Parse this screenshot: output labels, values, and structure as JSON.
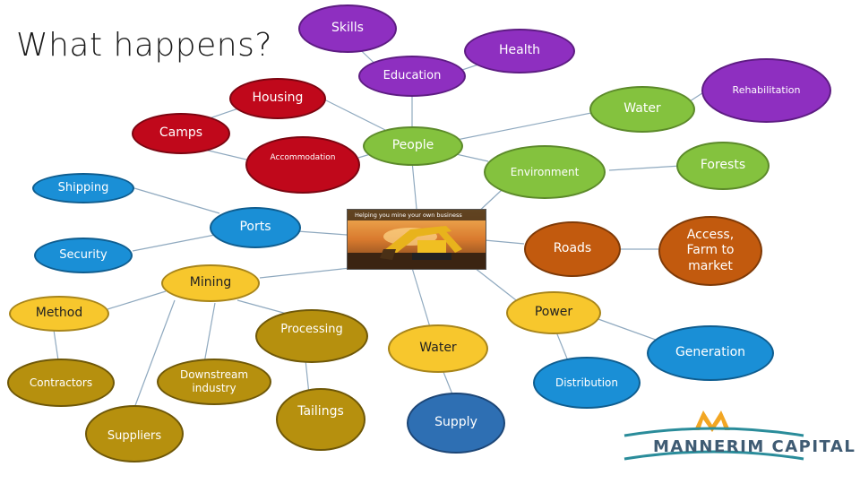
{
  "title": "What happens?",
  "nodes": {
    "skills": "Skills",
    "health": "Health",
    "education": "Education",
    "rehabilitation": "Rehabilitation",
    "housing": "Housing",
    "water_top": "Water",
    "camps": "Camps",
    "people": "People",
    "forests": "Forests",
    "accommodation": "Accommodation",
    "environment": "Environment",
    "shipping": "Shipping",
    "ports": "Ports",
    "access": "Access, Farm to market",
    "roads": "Roads",
    "security": "Security",
    "mining": "Mining",
    "method": "Method",
    "power": "Power",
    "processing": "Processing",
    "water_bottom": "Water",
    "generation": "Generation",
    "downstream": "Downstream industry",
    "contractors": "Contractors",
    "distribution": "Distribution",
    "tailings": "Tailings",
    "supply": "Supply",
    "suppliers": "Suppliers"
  },
  "photo": {
    "caption": "Helping you mine your own business"
  },
  "logo": {
    "text": "MANNERIM CAPITAL"
  },
  "colors": {
    "purple": "#8e2fc0",
    "red": "#c0081b",
    "green": "#84c23e",
    "blue": "#1a8fd6",
    "orange": "#c25a0e",
    "yellow": "#f7c72d",
    "gold": "#b6900e",
    "navy": "#2e6fb3"
  }
}
